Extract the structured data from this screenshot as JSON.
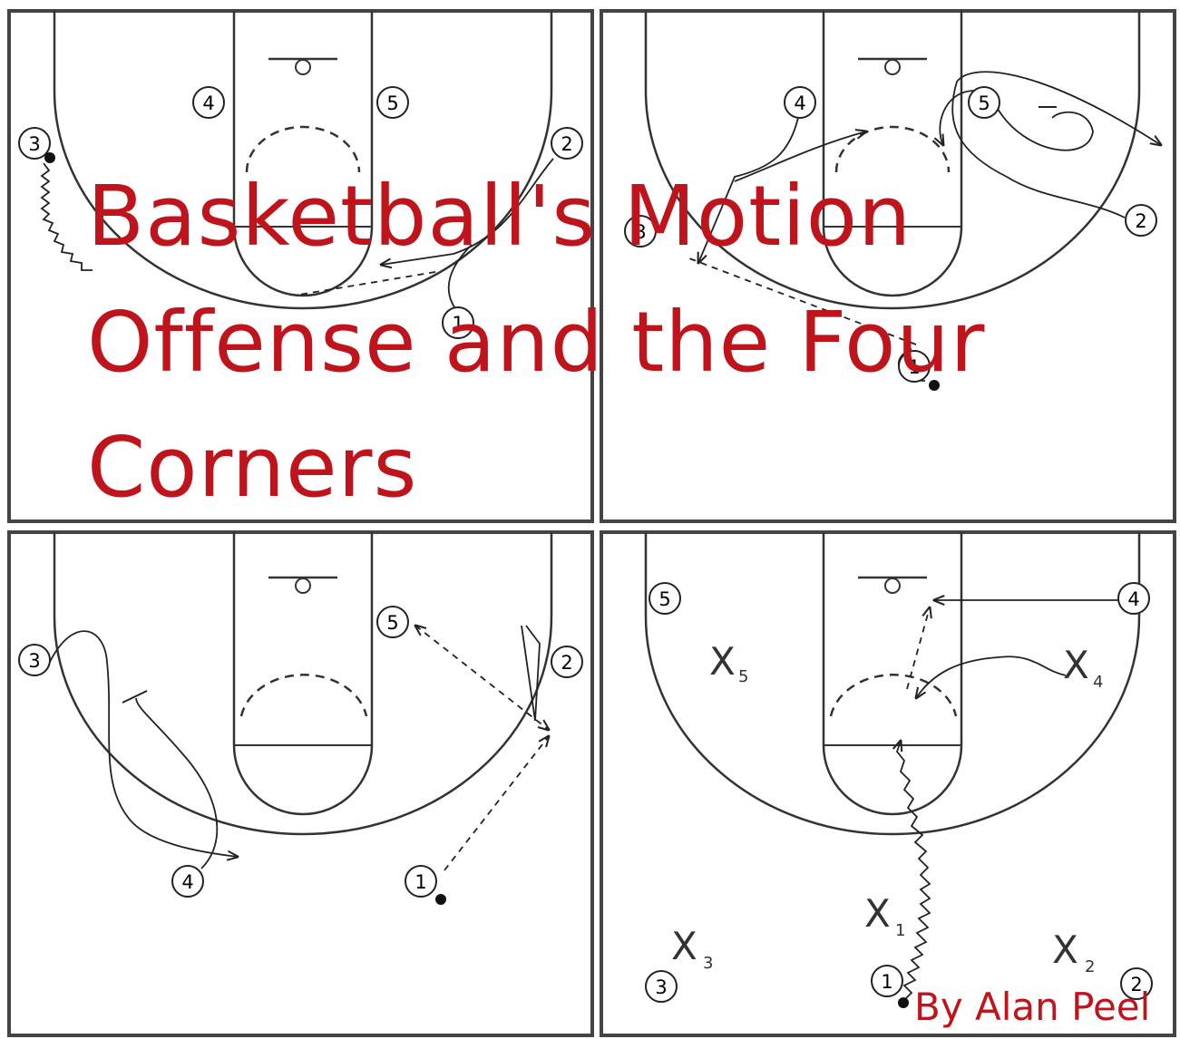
{
  "cover": {
    "title_lines": [
      "Basketball's Motion",
      "Offense and the Four",
      "Corners"
    ],
    "author": "By Alan Peel",
    "title_color": "#c0141c"
  },
  "diagrams": [
    {
      "players": [
        "4",
        "5",
        "3",
        "2",
        "1"
      ]
    },
    {
      "players": [
        "4",
        "5",
        "2",
        "3",
        "1"
      ]
    },
    {
      "players": [
        "5",
        "3",
        "2",
        "4",
        "1"
      ]
    },
    {
      "players": [
        "5",
        "4",
        "3",
        "1",
        "2"
      ],
      "defenders": [
        {
          "mark": "X",
          "sub": "5"
        },
        {
          "mark": "X",
          "sub": "4"
        },
        {
          "mark": "X",
          "sub": "1"
        },
        {
          "mark": "X",
          "sub": "3"
        },
        {
          "mark": "X",
          "sub": "2"
        }
      ]
    }
  ]
}
